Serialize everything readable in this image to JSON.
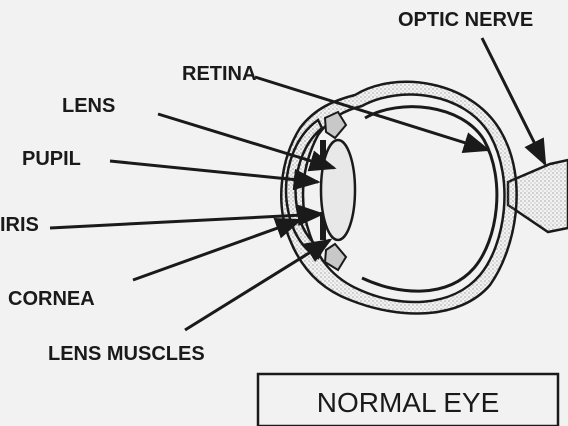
{
  "labels": {
    "optic_nerve": "OPTIC NERVE",
    "retina": "RETINA",
    "lens": "LENS",
    "pupil": "PUPIL",
    "iris": "IRIS",
    "cornea": "CORNEA",
    "lens_muscles": "LENS MUSCLES"
  },
  "title": "NORMAL EYE",
  "colors": {
    "ink": "#1a1a1a",
    "background": "#f2f2f2",
    "stipple": "#7a7a7a"
  }
}
